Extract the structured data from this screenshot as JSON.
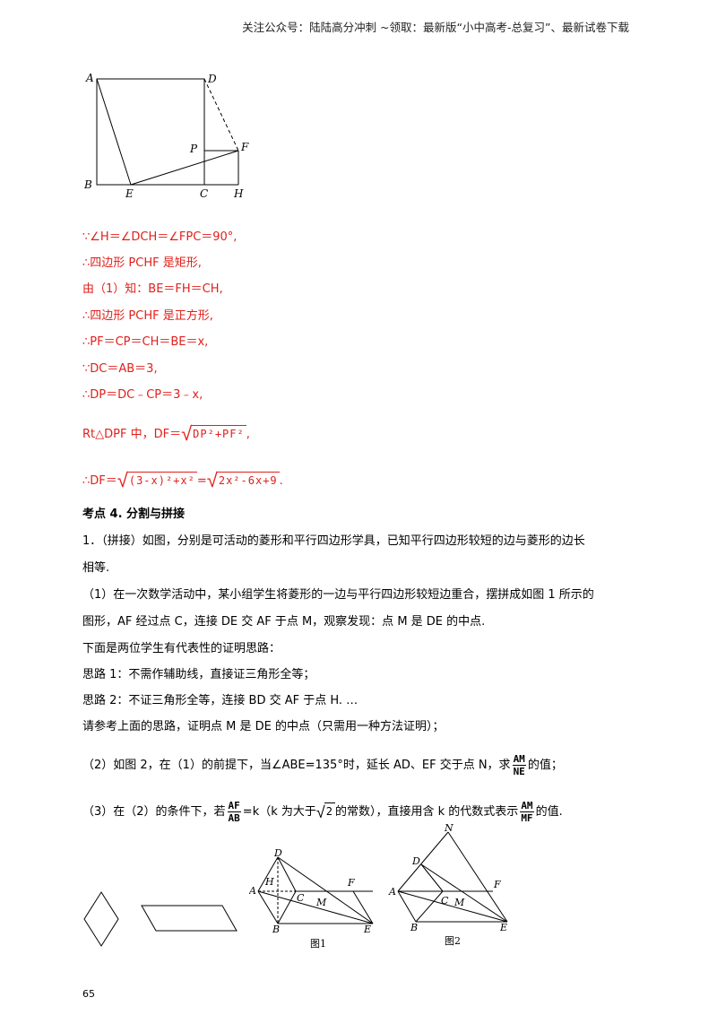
{
  "header": "关注公众号：陆陆高分冲刺 ~领取：最新版“小中高考-总复习”、最新试卷下载",
  "top_figure_labels": [
    "A",
    "D",
    "P",
    "F",
    "B",
    "E",
    "C",
    "H"
  ],
  "solution": {
    "l1": "∵∠H＝∠DCH＝∠FPC＝90°,",
    "l2": "∴四边形 PCHF 是矩形,",
    "l3": "由（1）知：BE＝FH＝CH,",
    "l4": "∴四边形 PCHF 是正方形,",
    "l5": "∴PF＝CP＝CH＝BE＝x,",
    "l6": "∵DC＝AB＝3,",
    "l7": "∴DP＝DC﹣CP＝3﹣x,",
    "l8_prefix": "Rt△DPF 中，DF＝",
    "l8_radical": "DP²+PF²",
    "l8_suffix": ",",
    "l9_prefix": "∴DF＝",
    "l9_radical1": "(3-x)²+x²",
    "l9_equals": "=",
    "l9_radical2": "2x²-6x+9",
    "l9_suffix": "."
  },
  "section_title": "考点 4.  分割与拼接",
  "problem": {
    "p1a": "1．（拼接）如图，分别是可活动的菱形和平行四边形学具，已知平行四边形较短的边与菱形的边长",
    "p1b": "相等.",
    "p2a": "（1）在一次数学活动中，某小组学生将菱形的一边与平行四边形较短边重合，摆拼成如图 1 所示的",
    "p2b": "图形，AF 经过点 C，连接 DE 交 AF 于点 M，观察发现：点 M 是 DE 的中点.",
    "p3": "下面是两位学生有代表性的证明思路：",
    "p4": "思路 1：不需作辅助线，直接证三角形全等；",
    "p5": "思路 2：不证三角形全等，连接 BD 交 AF 于点 H. …",
    "p6": "请参考上面的思路，证明点 M 是 DE 的中点（只需用一种方法证明）；",
    "q2_prefix": "（2）如图 2，在（1）的前提下，当∠ABE=135°时，延长 AD、EF 交于点 N，求",
    "q2_frac_num": "AM",
    "q2_frac_den": "NE",
    "q2_suffix": "的值；",
    "q3_prefix": "（3）在（2）的条件下，若",
    "q3_frac_num": "AF",
    "q3_frac_den": "AB",
    "q3_mid": "=k（k 为大于",
    "q3_radical": "2",
    "q3_mid2": "的常数），直接用含 k 的代数式表示",
    "q3_frac2_num": "AM",
    "q3_frac2_den": "MF",
    "q3_suffix": "的值."
  },
  "figures": {
    "fig1_caption": "图1",
    "fig2_caption": "图2",
    "fig1_labels": [
      "D",
      "H",
      "A",
      "C",
      "M",
      "F",
      "B",
      "E"
    ],
    "fig2_labels": [
      "N",
      "D",
      "A",
      "F",
      "C",
      "M",
      "B",
      "E"
    ]
  },
  "page_number": "65"
}
